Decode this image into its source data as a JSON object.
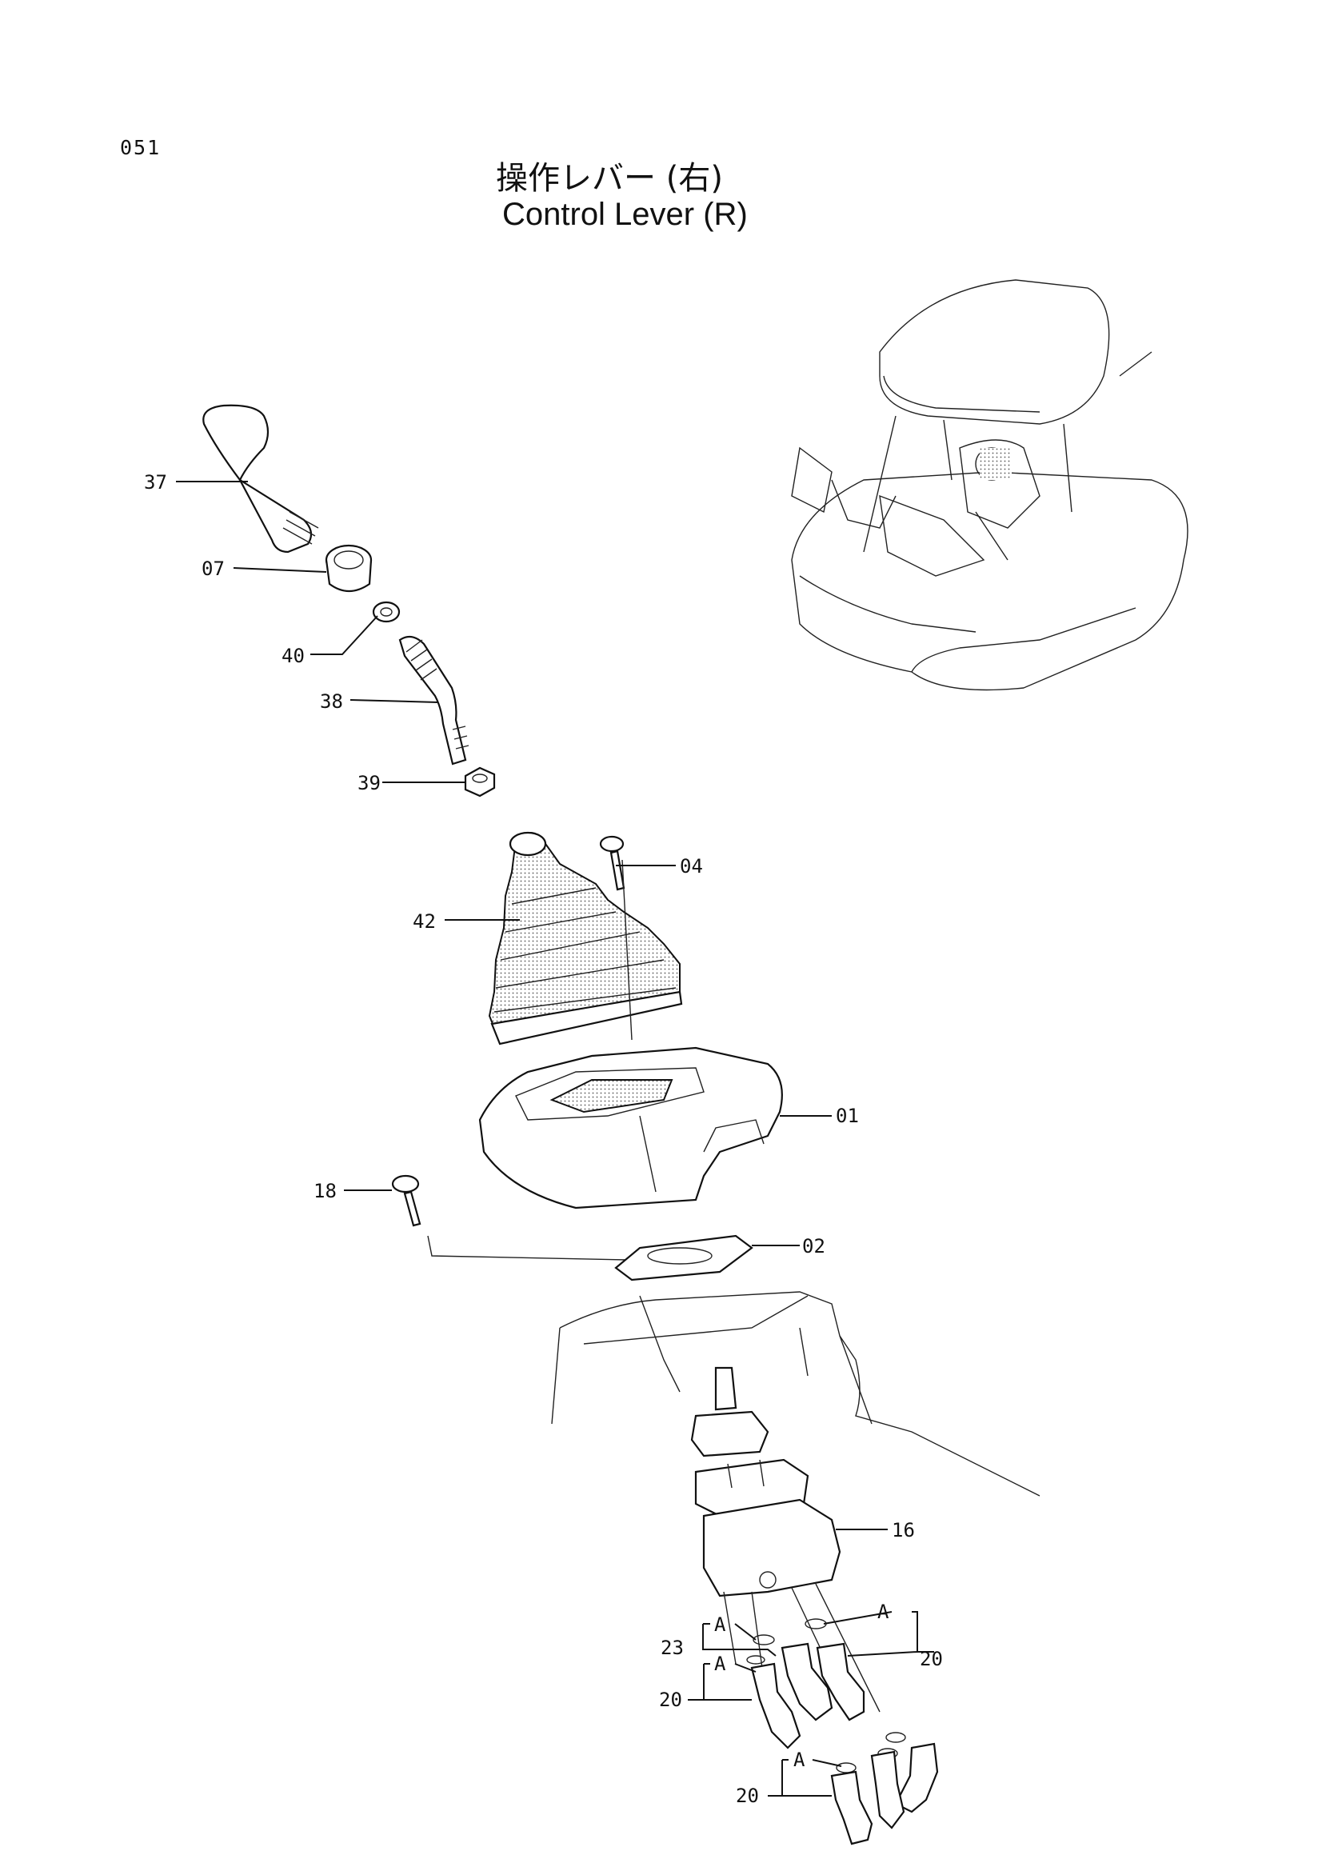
{
  "page_number": "051",
  "title": {
    "japanese": "操作レバー (右)",
    "english": "Control Lever (R)"
  },
  "callouts": {
    "c37": "37",
    "c07": "07",
    "c40": "40",
    "c38": "38",
    "c39": "39",
    "c04": "04",
    "c42": "42",
    "c01": "01",
    "c18": "18",
    "c02": "02",
    "c16": "16",
    "c23": "23",
    "c20a": "20",
    "c20b": "20",
    "c20c": "20"
  },
  "section_marks": {
    "a1": "A",
    "a2": "A",
    "a3": "A",
    "a4": "A"
  }
}
